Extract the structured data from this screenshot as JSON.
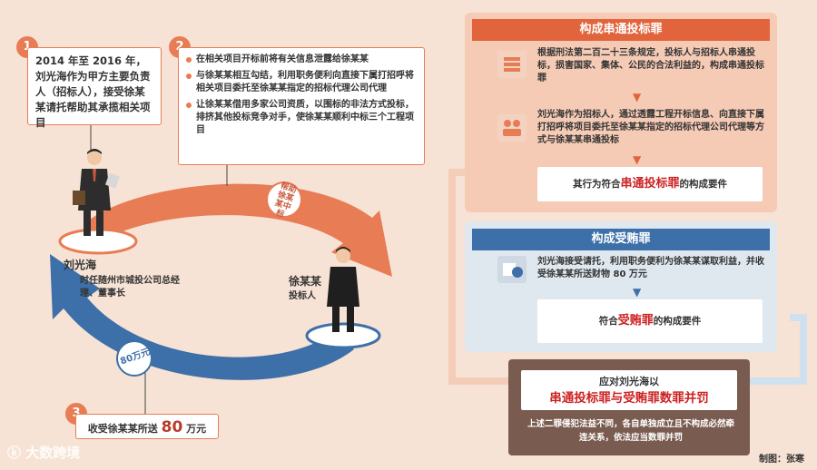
{
  "left": {
    "steps": [
      {
        "num": "1",
        "text": "2014 年至 2016 年，刘光海作为甲方主要负责人（招标人），接受徐某某请托帮助其承揽相关项目"
      },
      {
        "num": "2",
        "bullets": [
          "在相关项目开标前将有关信息泄露给徐某某",
          "与徐某某相互勾结，利用职务便利向直接下属打招呼将相关项目委托至徐某某指定的招标代理公司代理",
          "让徐某某借用多家公司资质，以围标的非法方式投标，排挤其他投标竞争对手，使徐某某顺利中标三个工程项目"
        ]
      },
      {
        "num": "3",
        "text_pre": "收受徐某某所送 ",
        "amount": "80",
        "text_post": " 万元"
      }
    ],
    "liu": {
      "name": "刘光海",
      "title": "时任随州市城投公司总经理、董事长"
    },
    "xu": {
      "name": "徐某某",
      "role": "投标人"
    },
    "arrow_top_label": "帮助徐某某中标",
    "arrow_bottom_label": "80万元"
  },
  "right": {
    "section1": {
      "header": "构成串通投标罪",
      "p1": "根据刑法第二百二十三条规定，投标人与招标人串通投标，损害国家、集体、公民的合法利益的，构成串通投标罪",
      "p2": "刘光海作为招标人，通过透露工程开标信息、向直接下属打招呼将项目委托至徐某某指定的招标代理公司代理等方式与徐某某串通投标",
      "conclusion_pre": "其行为符合",
      "conclusion_crime": "串通投标罪",
      "conclusion_post": "的构成要件"
    },
    "section2": {
      "header": "构成受贿罪",
      "p1": "刘光海接受请托，利用职务便利为徐某某谋取利益，并收受徐某某所送财物 80 万元",
      "conclusion_pre": "符合",
      "conclusion_crime": "受贿罪",
      "conclusion_post": "的构成要件"
    },
    "verdict": {
      "line1": "应对刘光海以",
      "line2": "串通投标罪与受贿罪数罪并罚",
      "note": "上述二罪侵犯法益不同，各自单独成立且不构成必然牵连关系，依法应当数罪并罚"
    }
  },
  "credit": "制图：张寒",
  "watermark": "大数跨境",
  "colors": {
    "orange": "#e87c55",
    "blue": "#3d6fa8",
    "red": "#cc2222",
    "brown": "#7a5b4f",
    "bg": "#f7e3d5"
  }
}
